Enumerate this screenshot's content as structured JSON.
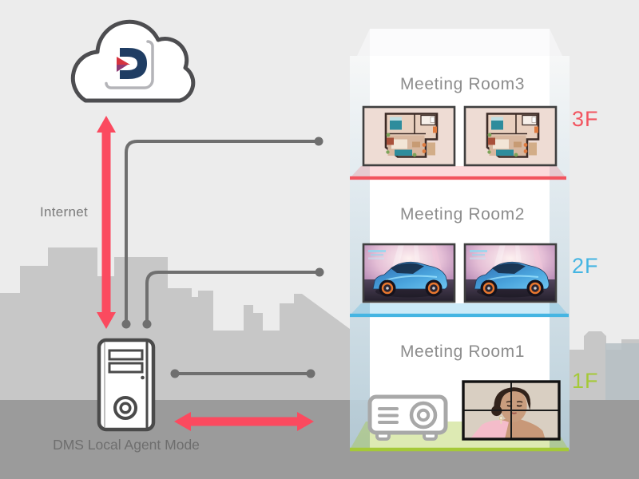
{
  "cloud": {
    "logo_letter": "D"
  },
  "labels": {
    "internet": "Internet",
    "server": "DMS Local Agent Mode"
  },
  "floors": [
    {
      "room": "Meeting Room3",
      "level": "3F",
      "accent": "#f25560",
      "display_count": 2,
      "screen_content": "floor-plan-image"
    },
    {
      "room": "Meeting Room2",
      "level": "2F",
      "accent": "#45b5e2",
      "display_count": 2,
      "screen_content": "car-image"
    },
    {
      "room": "Meeting Room1",
      "level": "1F",
      "accent": "#a5c938",
      "devices": [
        "projector",
        "video-wall-2x2"
      ],
      "screen_content": "portrait-image"
    }
  ],
  "colors": {
    "arrow_red": "#fb4a5f",
    "connector_gray": "#6f6f6f",
    "background": "#ececec",
    "skyline": "#c7c7c7",
    "ground": "#9b9b9b",
    "logo_navy": "#1f3d63"
  }
}
